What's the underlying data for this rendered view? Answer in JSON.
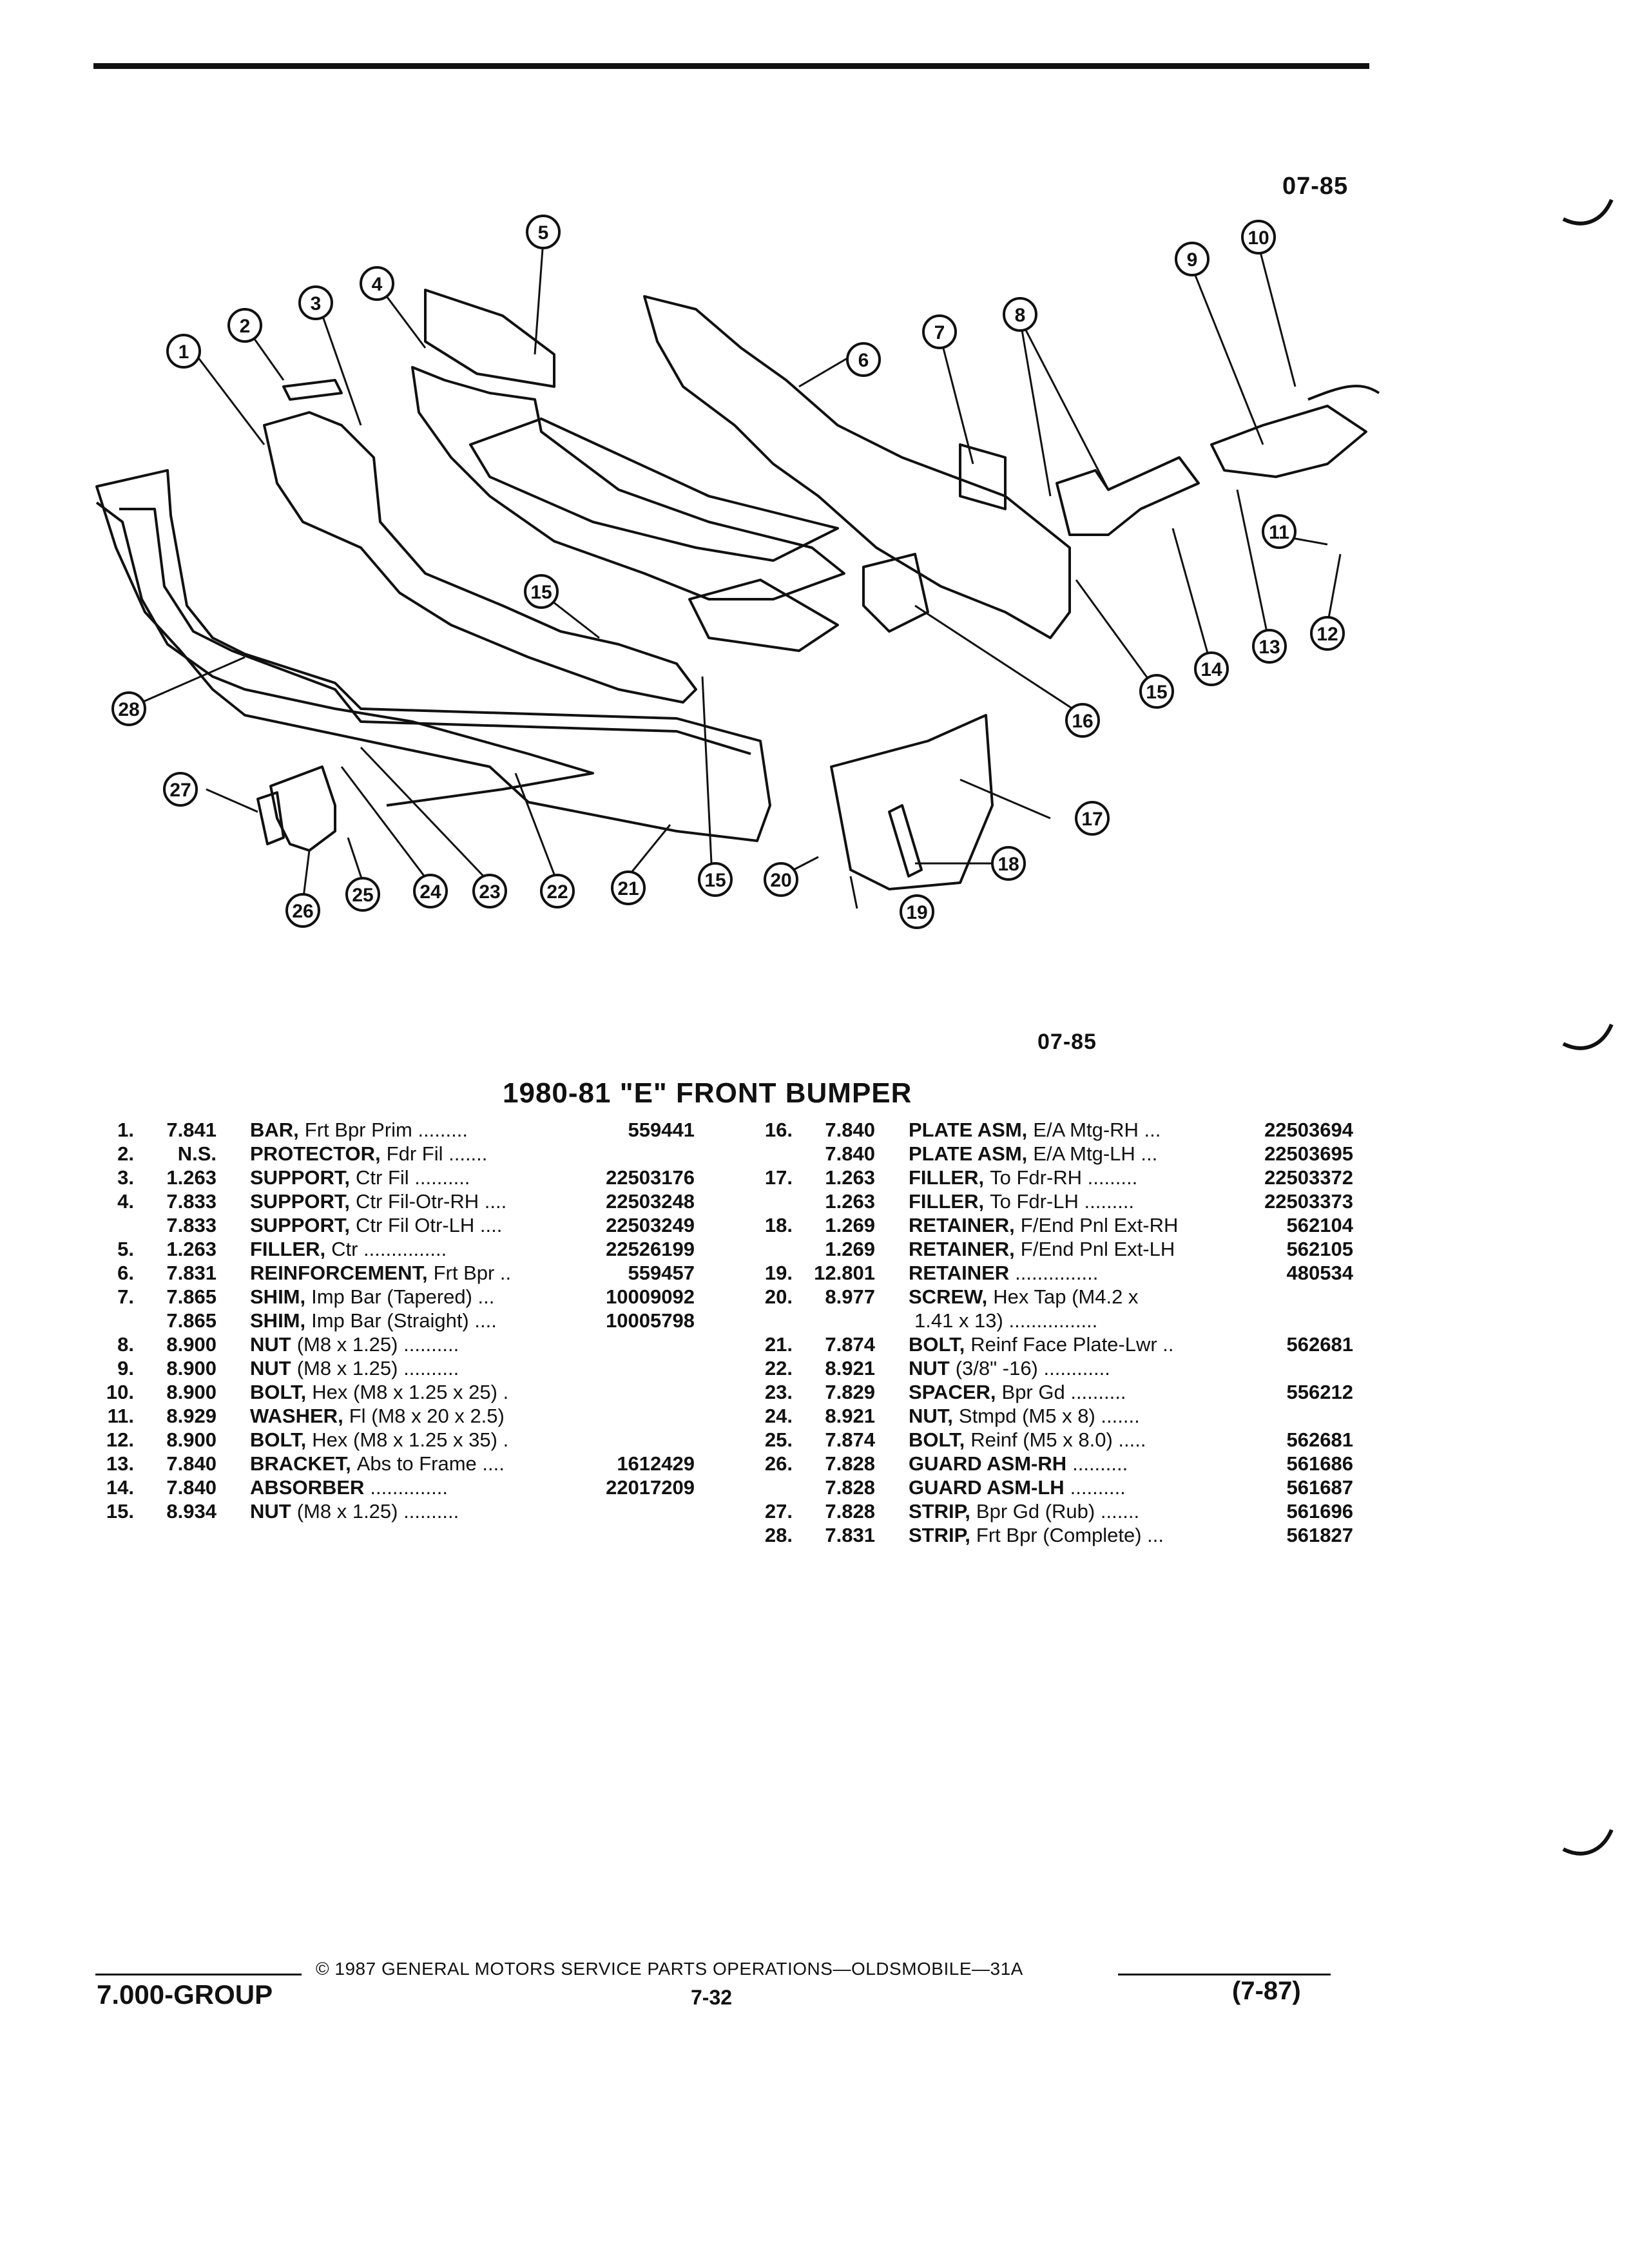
{
  "header": {
    "fig_code_top": "07-85",
    "fig_code_bottom": "07-85"
  },
  "title": "1980-81 \"E\" FRONT BUMPER",
  "callouts": [
    "1",
    "2",
    "3",
    "4",
    "5",
    "6",
    "7",
    "8",
    "9",
    "10",
    "11",
    "12",
    "13",
    "14",
    "15",
    "16",
    "17",
    "18",
    "19",
    "20",
    "21",
    "22",
    "23",
    "24",
    "25",
    "26",
    "27",
    "28"
  ],
  "parts_left": [
    {
      "no": "1.",
      "group": "7.841",
      "name": "BAR,",
      "desc": "Frt Bpr Prim .........",
      "part": "559441"
    },
    {
      "no": "2.",
      "group": "N.S.",
      "name": "PROTECTOR,",
      "desc": "Fdr Fil .......",
      "part": ""
    },
    {
      "no": "3.",
      "group": "1.263",
      "name": "SUPPORT,",
      "desc": "Ctr Fil ..........",
      "part": "22503176"
    },
    {
      "no": "4.",
      "group": "7.833",
      "name": "SUPPORT,",
      "desc": "Ctr Fil-Otr-RH ....",
      "part": "22503248"
    },
    {
      "no": "",
      "group": "7.833",
      "name": "SUPPORT,",
      "desc": "Ctr Fil Otr-LH ....",
      "part": "22503249"
    },
    {
      "no": "5.",
      "group": "1.263",
      "name": "FILLER,",
      "desc": "Ctr ...............",
      "part": "22526199"
    },
    {
      "no": "6.",
      "group": "7.831",
      "name": "REINFORCEMENT,",
      "desc": "Frt Bpr ..",
      "part": "559457"
    },
    {
      "no": "7.",
      "group": "7.865",
      "name": "SHIM,",
      "desc": "Imp Bar (Tapered) ...",
      "part": "10009092"
    },
    {
      "no": "",
      "group": "7.865",
      "name": "SHIM,",
      "desc": "Imp Bar (Straight) ....",
      "part": "10005798"
    },
    {
      "no": "8.",
      "group": "8.900",
      "name": "NUT",
      "desc": "(M8 x 1.25) ..........",
      "part": ""
    },
    {
      "no": "9.",
      "group": "8.900",
      "name": "NUT",
      "desc": "(M8 x 1.25) ..........",
      "part": ""
    },
    {
      "no": "10.",
      "group": "8.900",
      "name": "BOLT,",
      "desc": "Hex (M8 x 1.25 x 25) .",
      "part": ""
    },
    {
      "no": "11.",
      "group": "8.929",
      "name": "WASHER,",
      "desc": "Fl (M8 x 20 x 2.5)",
      "part": ""
    },
    {
      "no": "12.",
      "group": "8.900",
      "name": "BOLT,",
      "desc": "Hex (M8 x 1.25 x 35) .",
      "part": ""
    },
    {
      "no": "13.",
      "group": "7.840",
      "name": "BRACKET,",
      "desc": "Abs to Frame ....",
      "part": "1612429"
    },
    {
      "no": "14.",
      "group": "7.840",
      "name": "ABSORBER",
      "desc": "..............",
      "part": "22017209"
    },
    {
      "no": "15.",
      "group": "8.934",
      "name": "NUT",
      "desc": "(M8 x 1.25) ..........",
      "part": ""
    }
  ],
  "parts_right": [
    {
      "no": "16.",
      "group": "7.840",
      "name": "PLATE ASM,",
      "desc": "E/A Mtg-RH ...",
      "part": "22503694"
    },
    {
      "no": "",
      "group": "7.840",
      "name": "PLATE ASM,",
      "desc": "E/A Mtg-LH ...",
      "part": "22503695"
    },
    {
      "no": "17.",
      "group": "1.263",
      "name": "FILLER,",
      "desc": "To Fdr-RH .........",
      "part": "22503372"
    },
    {
      "no": "",
      "group": "1.263",
      "name": "FILLER,",
      "desc": "To Fdr-LH .........",
      "part": "22503373"
    },
    {
      "no": "18.",
      "group": "1.269",
      "name": "RETAINER,",
      "desc": "F/End Pnl Ext-RH",
      "part": "562104"
    },
    {
      "no": "",
      "group": "1.269",
      "name": "RETAINER,",
      "desc": "F/End Pnl Ext-LH",
      "part": "562105"
    },
    {
      "no": "19.",
      "group": "12.801",
      "name": "RETAINER",
      "desc": "...............",
      "part": "480534"
    },
    {
      "no": "20.",
      "group": "8.977",
      "name": "SCREW,",
      "desc": "Hex Tap (M4.2 x",
      "part": ""
    },
    {
      "no": "",
      "group": "",
      "name": "",
      "desc": "1.41 x 13) ................",
      "part": ""
    },
    {
      "no": "21.",
      "group": "7.874",
      "name": "BOLT,",
      "desc": "Reinf Face Plate-Lwr ..",
      "part": "562681"
    },
    {
      "no": "22.",
      "group": "8.921",
      "name": "NUT",
      "desc": "(3/8\" -16) ............",
      "part": ""
    },
    {
      "no": "23.",
      "group": "7.829",
      "name": "SPACER,",
      "desc": "Bpr Gd ..........",
      "part": "556212"
    },
    {
      "no": "24.",
      "group": "8.921",
      "name": "NUT,",
      "desc": "Stmpd (M5 x 8) .......",
      "part": ""
    },
    {
      "no": "25.",
      "group": "7.874",
      "name": "BOLT,",
      "desc": "Reinf (M5 x 8.0) .....",
      "part": "562681"
    },
    {
      "no": "26.",
      "group": "7.828",
      "name": "GUARD ASM-RH",
      "desc": "..........",
      "part": "561686"
    },
    {
      "no": "",
      "group": "7.828",
      "name": "GUARD ASM-LH",
      "desc": "..........",
      "part": "561687"
    },
    {
      "no": "27.",
      "group": "7.828",
      "name": "STRIP,",
      "desc": "Bpr Gd (Rub) .......",
      "part": "561696"
    },
    {
      "no": "28.",
      "group": "7.831",
      "name": "STRIP,",
      "desc": "Frt Bpr (Complete) ...",
      "part": "561827"
    }
  ],
  "footer": {
    "copyright": "© 1987 GENERAL MOTORS SERVICE PARTS OPERATIONS—OLDSMOBILE—31A",
    "group": "7.000-GROUP",
    "page": "7-32",
    "date": "(7-87)"
  }
}
